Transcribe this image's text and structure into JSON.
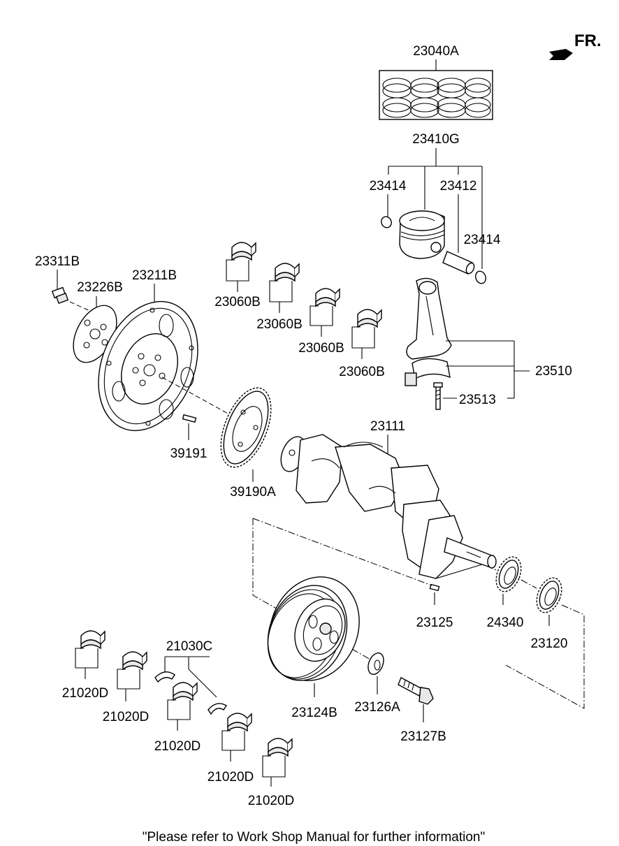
{
  "direction_label": "FR.",
  "footer_note": "\"Please refer to Work Shop Manual for further information\"",
  "parts": {
    "p23040A": "23040A",
    "p23410G": "23410G",
    "p23414a": "23414",
    "p23412": "23412",
    "p23414b": "23414",
    "p23311B": "23311B",
    "p23226B": "23226B",
    "p23211B": "23211B",
    "p23060B_1": "23060B",
    "p23060B_2": "23060B",
    "p23060B_3": "23060B",
    "p23060B_4": "23060B",
    "p23510": "23510",
    "p23513": "23513",
    "p23111": "23111",
    "p39191": "39191",
    "p39190A": "39190A",
    "p23125": "23125",
    "p24340": "24340",
    "p23120": "23120",
    "p21030C": "21030C",
    "p21020D_1": "21020D",
    "p21020D_2": "21020D",
    "p21020D_3": "21020D",
    "p21020D_4": "21020D",
    "p21020D_5": "21020D",
    "p23124B": "23124B",
    "p23126A": "23126A",
    "p23127B": "23127B"
  }
}
